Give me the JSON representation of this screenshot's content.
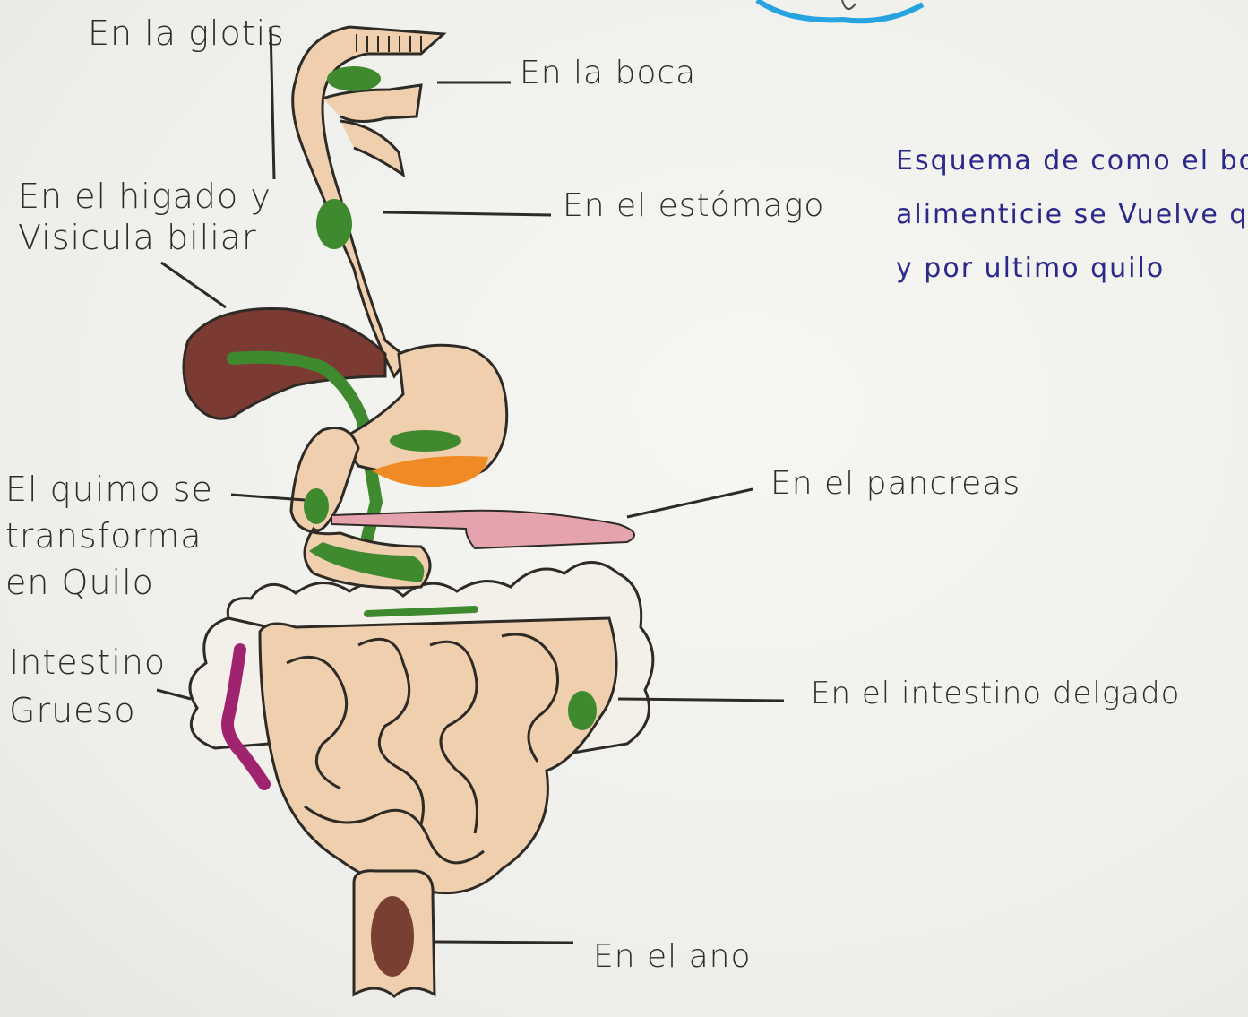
{
  "colors": {
    "paper": "#f1f1ee",
    "tract_skin": "#efcfae",
    "outline": "#2e2a26",
    "liver": "#7b3b33",
    "food_green": "#3f8a2e",
    "pancreas_orange": "#f08a24",
    "pancreas_pink": "#e5a3ad",
    "rectum_magenta": "#a0236f",
    "anus_brown": "#7a3f33",
    "title_ink": "#2b2a8a",
    "blue_cloud": "#27a3e0"
  },
  "labels": {
    "glottis": "En la glotis",
    "mouth": "En la boca",
    "stomach": "En el estómago",
    "liver": {
      "line1": "En el higado y",
      "line2": "Visicula biliar"
    },
    "chyme": {
      "line1": "El quimo se",
      "line2": "transforma",
      "line3": "en Quilo"
    },
    "pancreas": "En el pancreas",
    "large_intestine": {
      "line1": "Intestino",
      "line2": "Grueso"
    },
    "small_intestine": "En el intestino delgado",
    "anus": "En el ano"
  },
  "title": {
    "line1": "Esquema de como el bo",
    "line2": "alimenticie se Vuelve q",
    "line3": "y por ultimo quilo"
  }
}
